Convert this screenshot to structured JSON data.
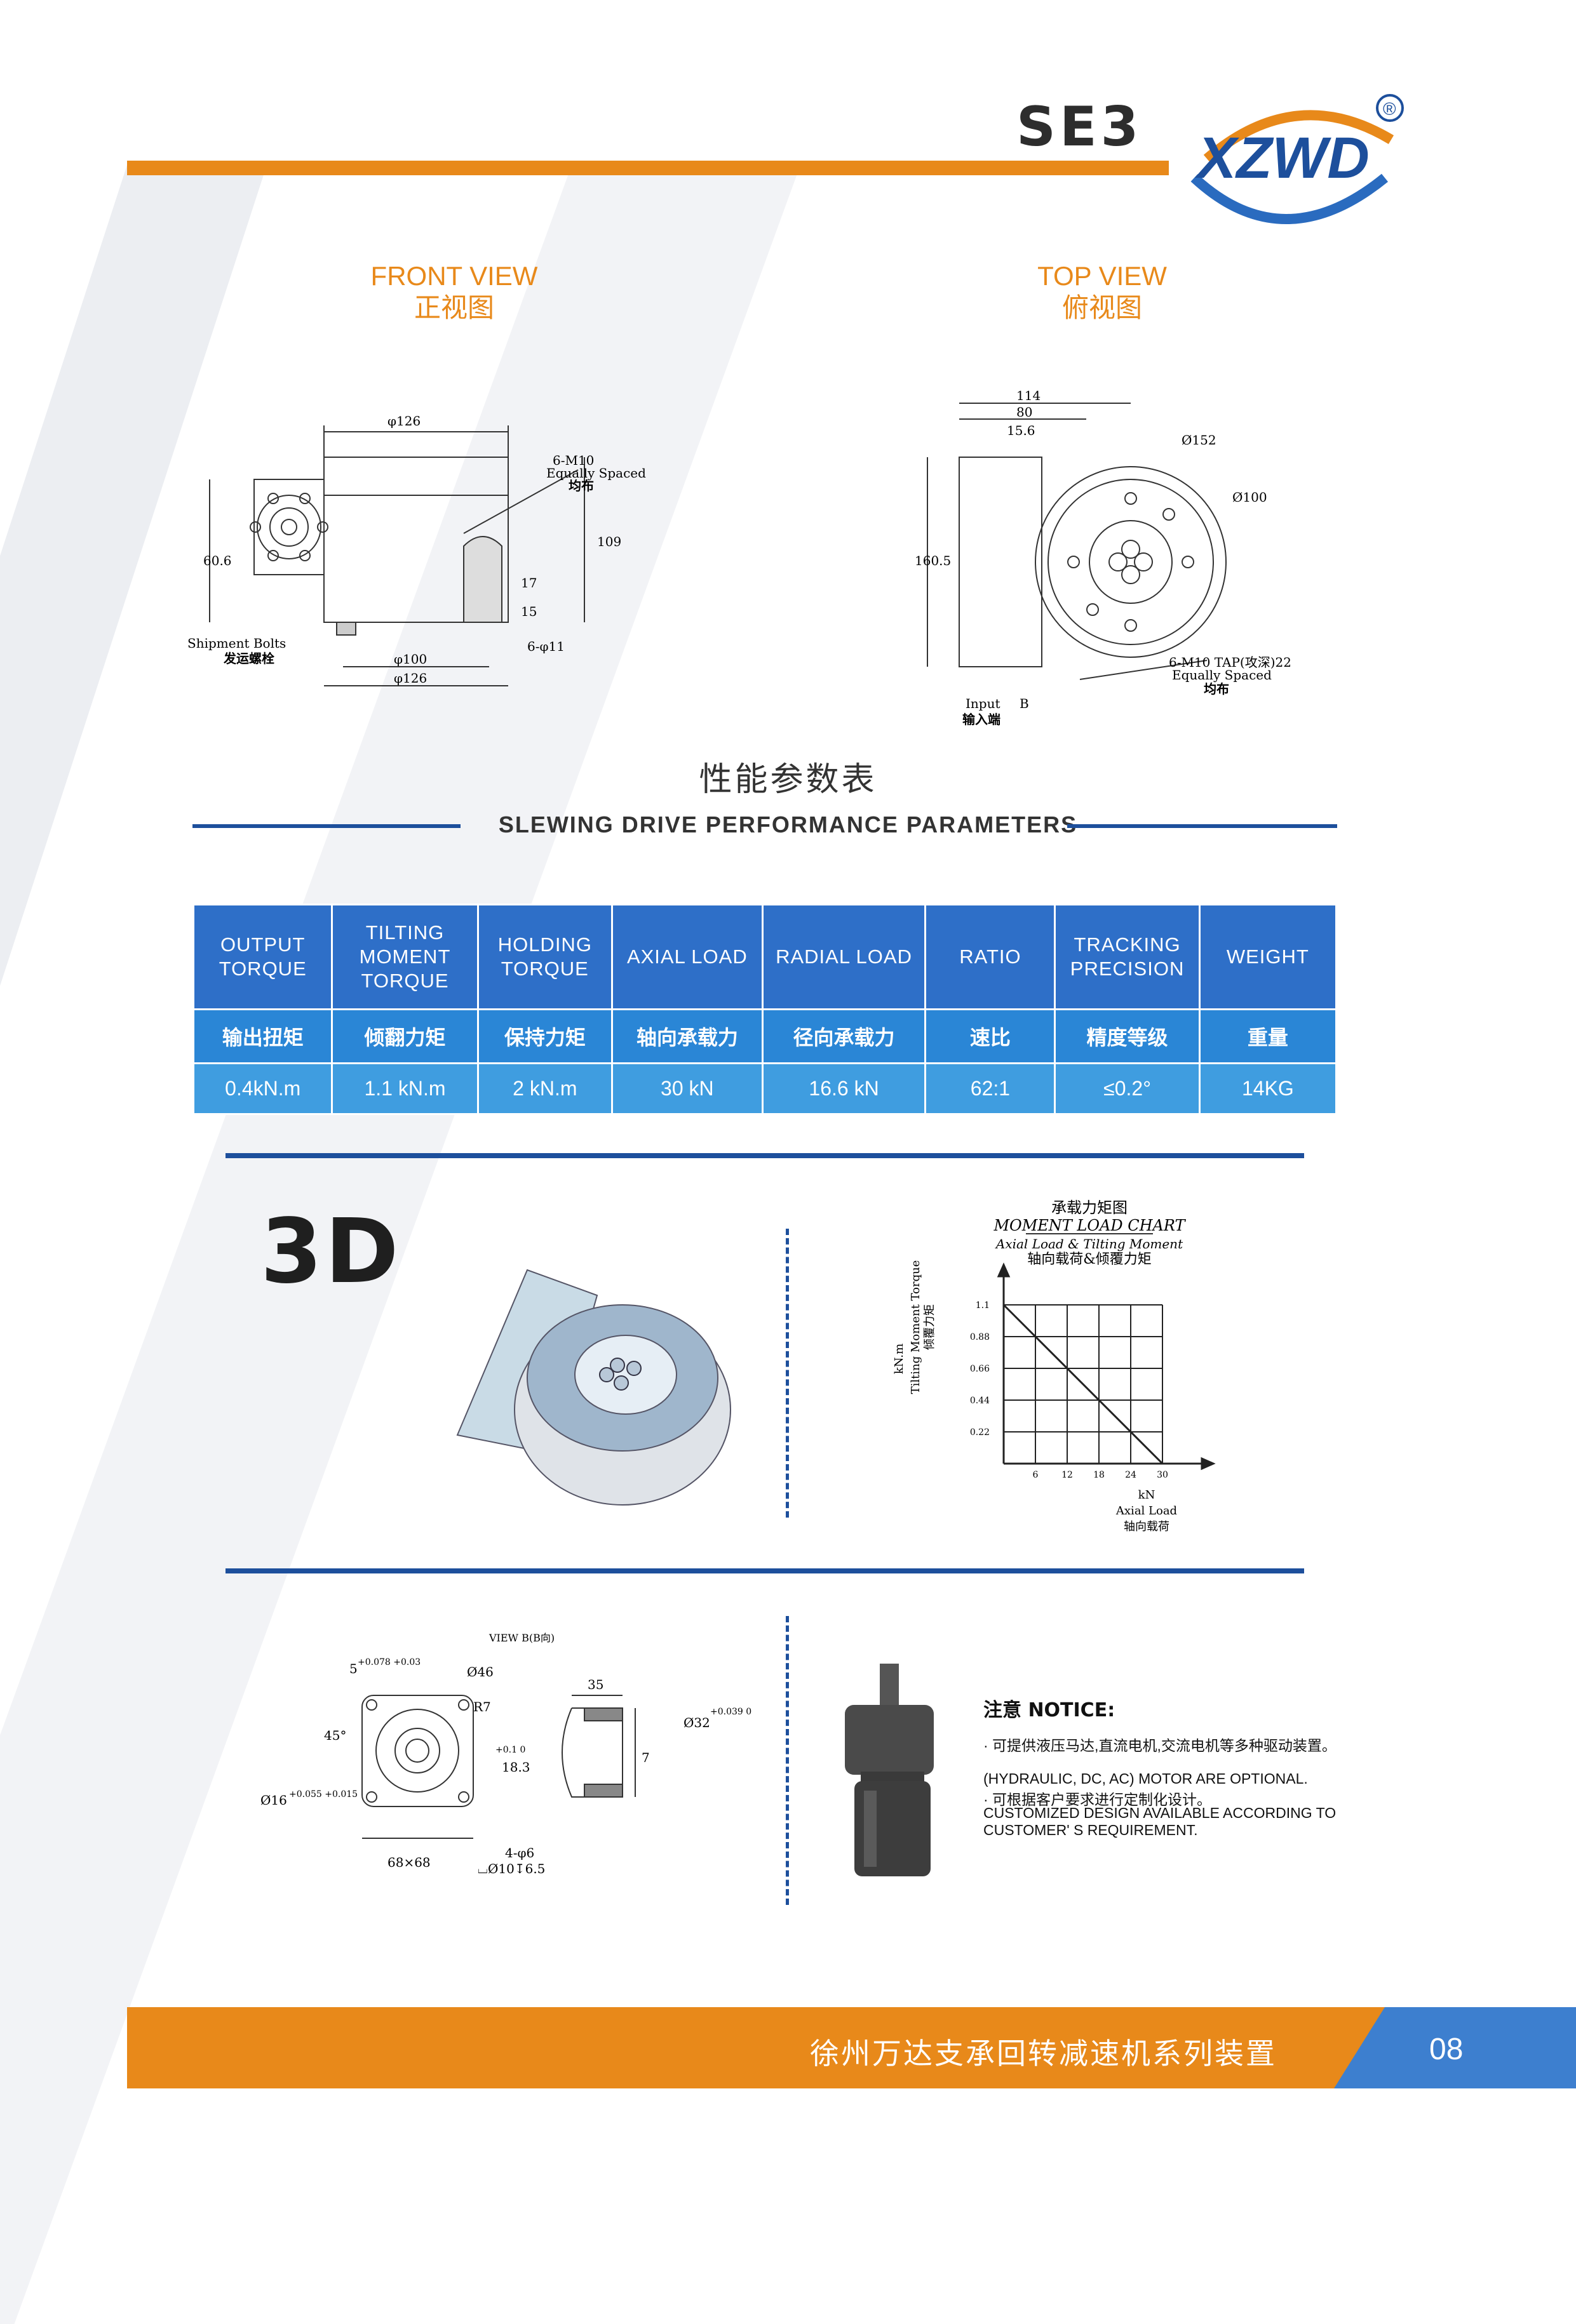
{
  "header": {
    "model": "SE3",
    "brand": "XZWD",
    "registered": "®"
  },
  "views": {
    "front_en": "FRONT VIEW",
    "front_cn": "正视图",
    "top_en": "TOP VIEW",
    "top_cn": "俯视图"
  },
  "front_dims": {
    "d126_top": "φ126",
    "m10": "6-M10",
    "equally": "Equally Spaced",
    "junbu": "均布",
    "h109": "109",
    "h60": "60.6",
    "h15": "15",
    "h17": "17",
    "shipment": "Shipment Bolts",
    "shipment_cn": "发运螺栓",
    "d100": "φ100",
    "d126_bot": "φ126",
    "d11": "6-φ11"
  },
  "top_dims": {
    "d114": "114",
    "d80": "80",
    "hex": "15.6",
    "d152": "Ø152",
    "d100": "Ø100",
    "h160": "160.5",
    "tap": "6-M10 TAP(攻深)22",
    "equally": "Equally Spaced",
    "junbu": "均布",
    "input": "Input",
    "input_cn": "输入端",
    "b": "B"
  },
  "section": {
    "cn": "性能参数表",
    "en": "SLEWING DRIVE PERFORMANCE PARAMETERS"
  },
  "table": {
    "headers_en": [
      "OUTPUT TORQUE",
      "TILTING MOMENT TORQUE",
      "HOLDING TORQUE",
      "AXIAL LOAD",
      "RADIAL LOAD",
      "RATIO",
      "TRACKING PRECISION",
      "WEIGHT"
    ],
    "headers_cn": [
      "输出扭矩",
      "倾翻力矩",
      "保持力矩",
      "轴向承载力",
      "径向承载力",
      "速比",
      "精度等级",
      "重量"
    ],
    "values": [
      "0.4kN.m",
      "1.1 kN.m",
      "2 kN.m",
      "30 kN",
      "16.6 kN",
      "62:1",
      "≤0.2°",
      "14KG"
    ]
  },
  "three_d": {
    "label": "3D"
  },
  "chart_data": {
    "type": "line",
    "title": "承载力矩图",
    "subtitle": "MOMENT LOAD CHART",
    "subtitle2": "Axial Load & Tilting Moment",
    "subtitle3": "轴向载荷&倾覆力矩",
    "ylabel": "Tilting Moment Torque",
    "ylabel_cn": "倾覆力矩",
    "yunit": "kN.m",
    "xlabel": "Axial Load",
    "xlabel_cn": "轴向载荷",
    "xunit": "kN",
    "x": [
      0,
      30
    ],
    "y": [
      1.1,
      0
    ],
    "xticks": [
      "6",
      "12",
      "18",
      "24",
      "30"
    ],
    "yticks": [
      "1.1",
      "0.88",
      "0.66",
      "0.44",
      "0.22"
    ],
    "xlim": [
      0,
      30
    ],
    "ylim": [
      0,
      1.1
    ],
    "grid": true
  },
  "input_dims": {
    "view_b": "VIEW B(B向)",
    "keyw": "5",
    "keyw_tol": "+0.078 +0.03",
    "d46": "Ø46",
    "r7": "R7",
    "angle": "45°",
    "shaft": "Ø16",
    "shaft_tol": "+0.055 +0.015",
    "h18": "18.3",
    "h18_tol": "+0.1 0",
    "sq": "68×68",
    "holes": "4-φ6",
    "cbore": "⌴Ø10↧6.5",
    "d35": "35",
    "d32": "Ø32",
    "d32_tol": "+0.039 0",
    "d7": "7"
  },
  "notice": {
    "title": "注意 NOTICE:",
    "lines": [
      "· 可提供液压马达,直流电机,交流电机等多种驱动装置。",
      "(HYDRAULIC, DC, AC) MOTOR ARE OPTIONAL.",
      "· 可根据客户要求进行定制化设计。",
      "CUSTOMIZED DESIGN AVAILABLE ACCORDING TO CUSTOMER' S REQUIREMENT."
    ]
  },
  "footer": {
    "cn": "徐州万达支承回转减速机系列装置",
    "page": "08"
  },
  "colors": {
    "orange": "#e8891a",
    "blue": "#2e6fc8",
    "navy": "#1d4f9c"
  }
}
